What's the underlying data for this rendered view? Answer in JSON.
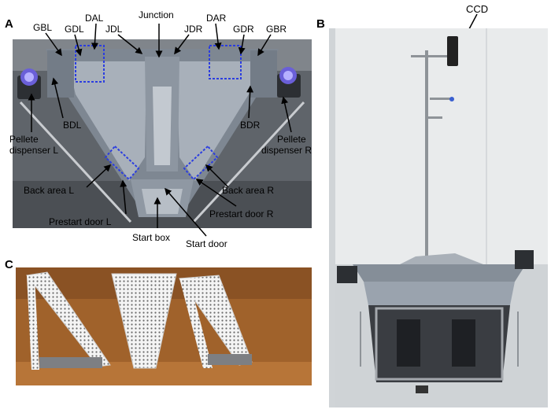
{
  "panels": {
    "a": {
      "letter": "A",
      "labels": {
        "junction": "Junction",
        "gbl": "GBL",
        "gdl": "GDL",
        "dal": "DAL",
        "jdl": "JDL",
        "jdr": "JDR",
        "dar": "DAR",
        "gdr": "GDR",
        "gbr": "GBR",
        "bdl": "BDL",
        "bdr": "BDR",
        "pellet_l_1": "Pellete",
        "pellet_l_2": "dispenser L",
        "pellet_r_1": "Pellete",
        "pellet_r_2": "dispenser R",
        "back_l": "Back area L",
        "back_r": "Back area R",
        "prestart_l": "Prestart door L",
        "prestart_r": "Prestart door R",
        "start_box": "Start box",
        "start_door": "Start door"
      }
    },
    "b": {
      "letter": "B",
      "labels": {
        "ccd": "CCD"
      }
    },
    "c": {
      "letter": "C"
    }
  },
  "colors": {
    "maze_gray": "#9aa3ae",
    "dashed_box": "#2b3de0",
    "wood": "#a0622b",
    "room_wall": "#e9ebec",
    "steel": "#8e9398"
  }
}
